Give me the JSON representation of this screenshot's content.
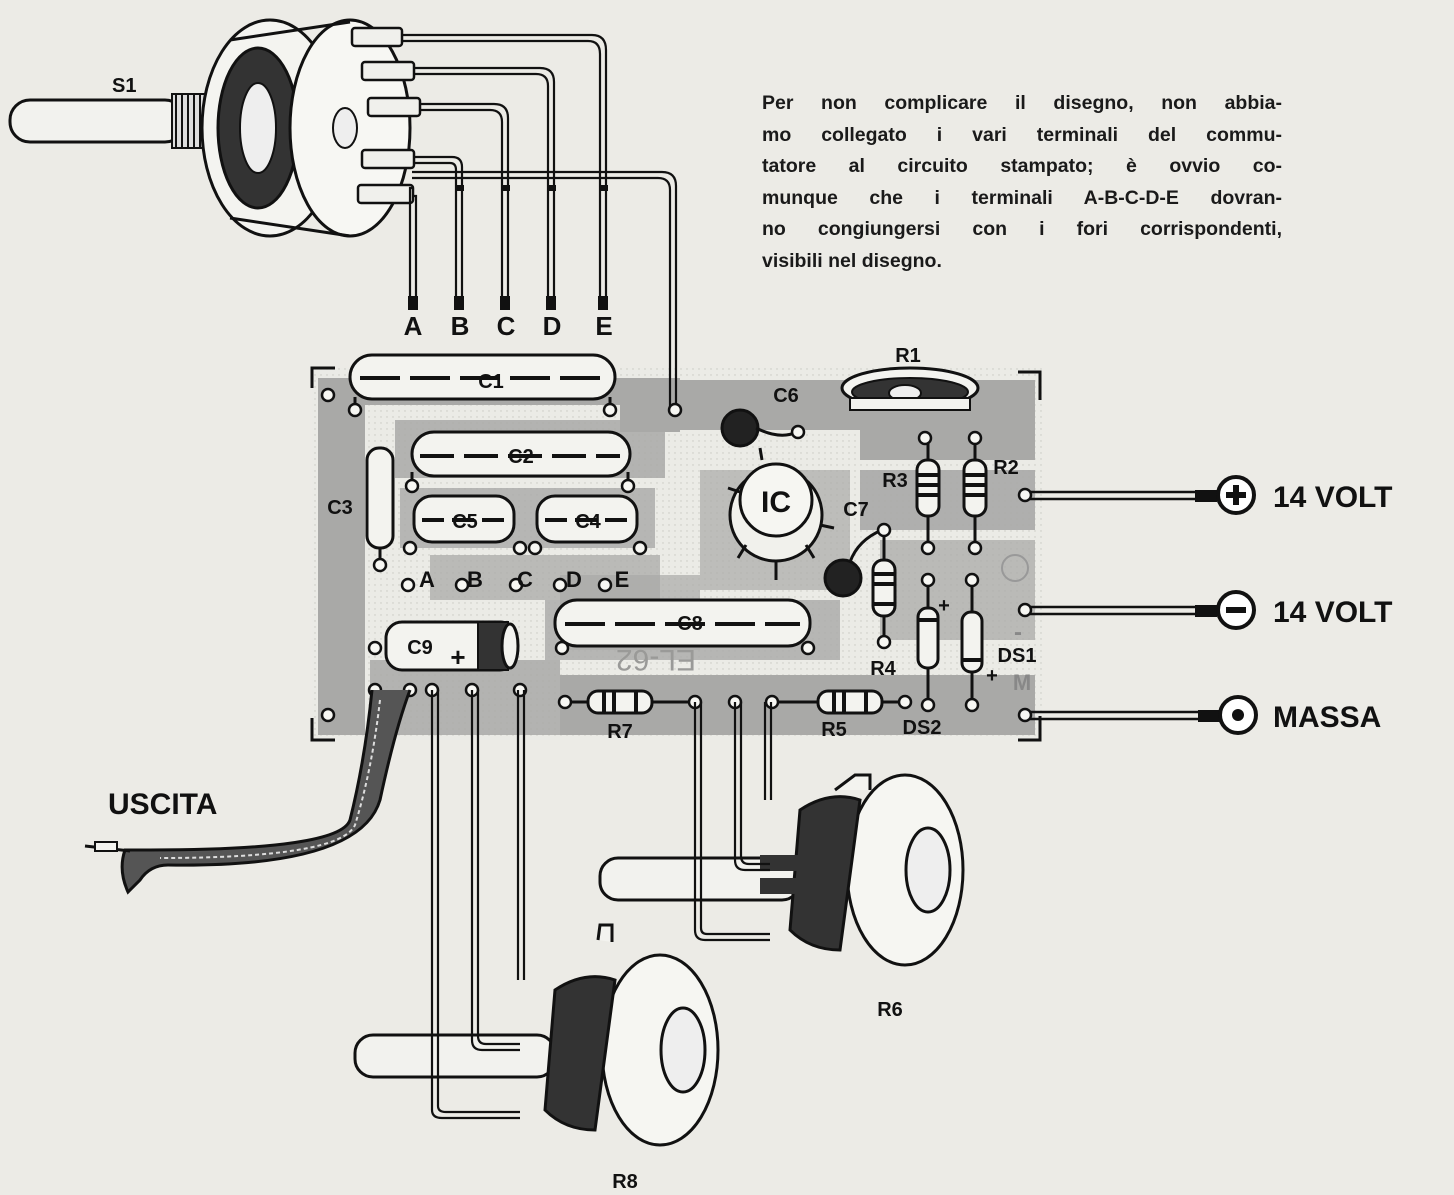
{
  "note": {
    "lines": [
      "Per non complicare il disegno, non abbia-",
      "mo collegato i vari terminali del commu-",
      "tatore al circuito stampato; è ovvio co-",
      "munque che i terminali A-B-C-D-E dovran-",
      "no congiungersi con i fori corrispondenti,",
      "visibili nel disegno."
    ]
  },
  "switch": {
    "label": "S1",
    "terminals": [
      "A",
      "B",
      "C",
      "D",
      "E"
    ]
  },
  "board": {
    "code": "EL-62",
    "capacitors": {
      "c1": "C1",
      "c2": "C2",
      "c3": "C3",
      "c4": "C4",
      "c5": "C5",
      "c6": "C6",
      "c7": "C7",
      "c8": "C8",
      "c9": "C9"
    },
    "resistors": {
      "r1": "R1",
      "r2": "R2",
      "r3": "R3",
      "r4": "R4",
      "r5": "R5",
      "r7": "R7"
    },
    "diodes": {
      "ds1": "DS1",
      "ds2": "DS2"
    },
    "ic": "IC",
    "pad_letters": [
      "A",
      "B",
      "C",
      "D",
      "E"
    ],
    "plus": "+",
    "minus": "-",
    "m": "M"
  },
  "connections": {
    "pos": "14 VOLT",
    "neg": "14 VOLT",
    "gnd": "MASSA",
    "out": "USCITA"
  },
  "pots": {
    "r6": "R6",
    "r8": "R8"
  }
}
